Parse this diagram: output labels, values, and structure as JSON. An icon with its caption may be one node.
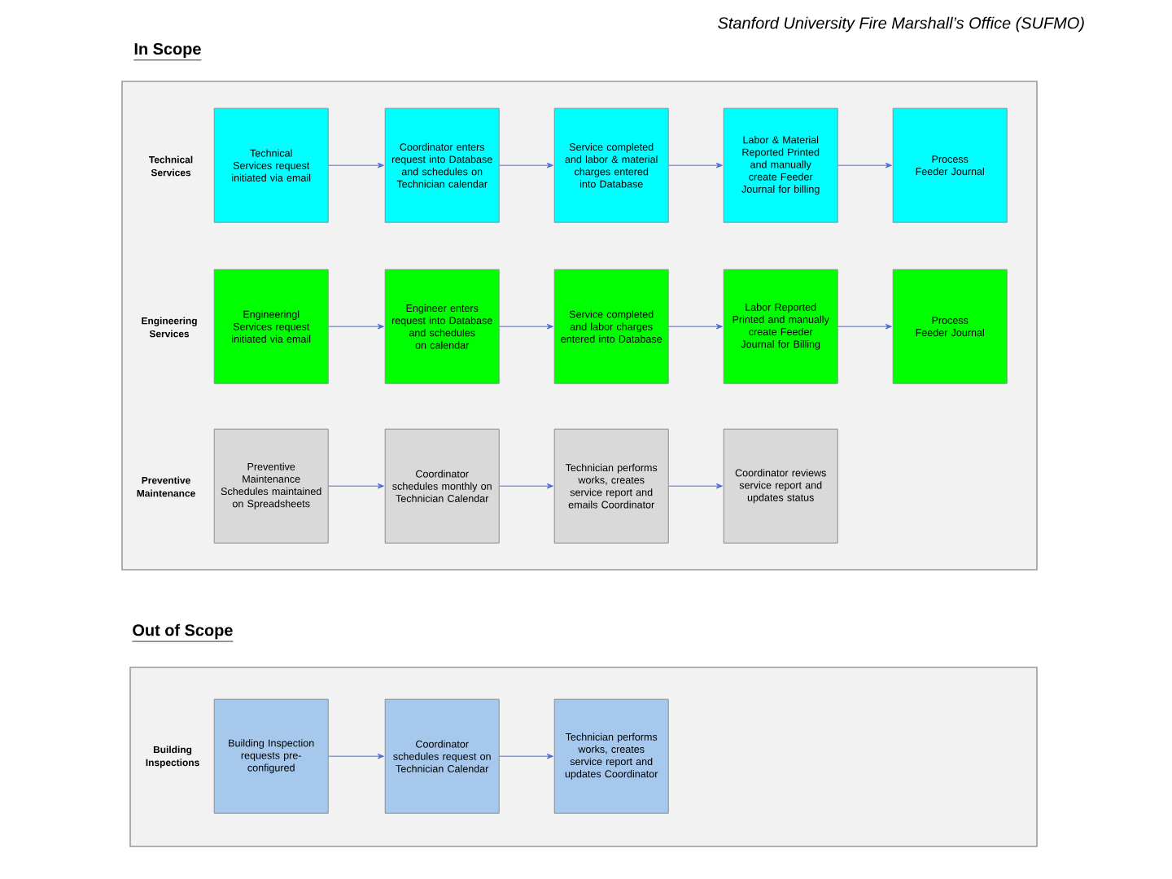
{
  "diagram": {
    "title": "Stanford University Fire Marshall’s Office (SUFMO)",
    "nodes": [
      {
        "text": [
          "In Scope"
        ]
      },
      {
        "text": [
          "Technical Services request initiated via email"
        ],
        "in": 0
      },
      {
        "text": [
          "Coordinator enters request into Database and schedules on Technician calendar"
        ],
        "in": 0
      },
      {
        "text": [
          "Service completed and labor & material charges entered into Database"
        ],
        "in": 0
      },
      {
        "text": [
          "Labor & Material Reported Printed and manually create Feeder Journal for billing"
        ],
        "in": 0
      },
      {
        "text": [
          "Process Feeder Journal"
        ],
        "in": 0
      },
      {
        "text": [
          "Engineeringl Services request initiated via email"
        ],
        "in": 0
      },
      {
        "text": [
          "Engineer enters request into Database and schedules on calendar"
        ],
        "in": 0
      },
      {
        "text": [
          "Service completed and labor charges entered into Database"
        ],
        "in": 0
      },
      {
        "text": [
          "Labor Reported Printed and manually create Feeder Journal for Billing"
        ],
        "in": 0
      },
      {
        "text": [
          "Process Feeder Journal"
        ],
        "in": 0
      },
      {
        "text": [
          "Preventive Maintenance Schedules maintained on Spreadsheets"
        ],
        "in": 0
      },
      {
        "text": [
          "Coordinator schedules monthly on Technician Calendar"
        ],
        "in": 0
      },
      {
        "text": [
          "Technician performs works, creates service report and emails Coordinator"
        ],
        "in": 0
      },
      {
        "text": [
          "Coordinator reviews service report and updates status"
        ],
        "in": 0
      },
      {
        "text": [
          "Out of Scope"
        ]
      },
      {
        "text": [
          "Building Inspection requests pre-configured"
        ],
        "in": 15
      },
      {
        "text": [
          "Coordinator schedules request on Technician Calendar"
        ],
        "in": 15
      },
      {
        "text": [
          "Technician performs works, creates service report and updates Coordinator"
        ],
        "in": 15
      }
    ],
    "edges": [
      {
        "from": 1,
        "to": 2,
        "arrow": "to"
      },
      {
        "from": 2,
        "to": 3,
        "arrow": "to"
      },
      {
        "from": 3,
        "to": 4,
        "arrow": "to"
      },
      {
        "from": 4,
        "to": 5,
        "arrow": "to"
      },
      {
        "from": 6,
        "to": 7,
        "arrow": "to"
      },
      {
        "from": 7,
        "to": 8,
        "arrow": "to"
      },
      {
        "from": 8,
        "to": 9,
        "arrow": "to"
      },
      {
        "from": 9,
        "to": 10,
        "arrow": "to"
      },
      {
        "from": 11,
        "to": 12,
        "arrow": "to"
      },
      {
        "from": 12,
        "to": 13,
        "arrow": "to"
      },
      {
        "from": 13,
        "to": 14,
        "arrow": "to"
      },
      {
        "from": 16,
        "to": 17,
        "arrow": "to"
      },
      {
        "from": 17,
        "to": 18,
        "arrow": "to"
      }
    ],
    "labels": [
      "Technical Services",
      "Engineering Services",
      "Preventive Maintenance",
      "Building Inspections"
    ]
  }
}
